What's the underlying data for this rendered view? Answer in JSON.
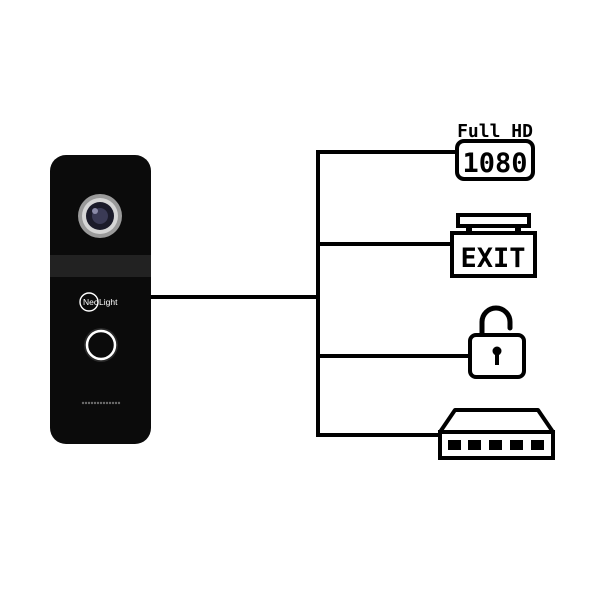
{
  "device": {
    "brand_part1": "Neo",
    "brand_part2": "Light",
    "icon": "doorbell-panel-icon"
  },
  "features": [
    {
      "icon": "full-hd-1080-icon",
      "label_top": "Full HD",
      "label_main": "1080"
    },
    {
      "icon": "exit-sign-icon",
      "label_main": "EXIT"
    },
    {
      "icon": "unlocked-padlock-icon"
    },
    {
      "icon": "network-switch-icon"
    }
  ],
  "colors": {
    "panel": "#0b0b0b",
    "line": "#000000",
    "background": "#ffffff"
  }
}
